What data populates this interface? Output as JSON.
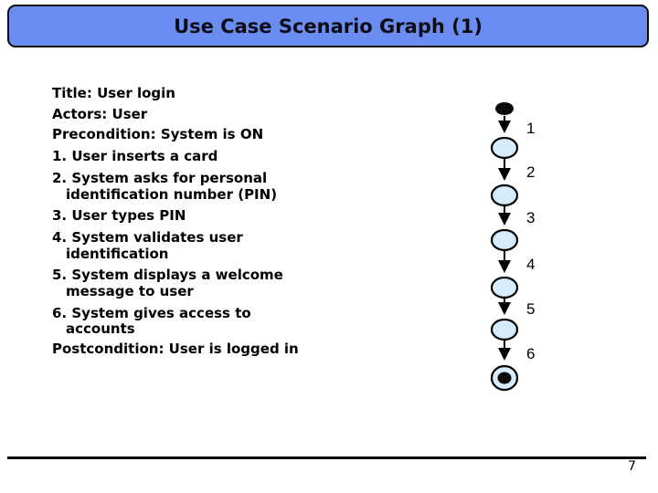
{
  "slide": {
    "title": "Use Case Scenario Graph (1)",
    "page_number": "7"
  },
  "colors": {
    "header_bg": "#6b8df2",
    "node_fill": "#d6ebfb",
    "ink": "#000000"
  },
  "scenario": {
    "lines": [
      {
        "text": "Title: User login",
        "indent": false
      },
      {
        "text": "Actors: User",
        "indent": false
      },
      {
        "text": "Precondition: System is ON",
        "indent": false
      },
      {
        "text": "1. User inserts a card",
        "indent": false
      },
      {
        "text": "2. System asks for personal",
        "indent": false
      },
      {
        "text": "identification number (PIN)",
        "indent": true
      },
      {
        "text": "3. User types PIN",
        "indent": false
      },
      {
        "text": "4. System validates user",
        "indent": false
      },
      {
        "text": "identification",
        "indent": true
      },
      {
        "text": "5. System displays a welcome",
        "indent": false
      },
      {
        "text": "message to user",
        "indent": true
      },
      {
        "text": "6. System gives access to",
        "indent": false
      },
      {
        "text": "accounts",
        "indent": true
      },
      {
        "text": "Postcondition: User is logged in",
        "indent": false
      }
    ]
  },
  "graph": {
    "type": "use-case-scenario-graph",
    "nodes": [
      "start",
      "state-1",
      "state-2",
      "state-3",
      "state-4",
      "state-5",
      "end"
    ],
    "edge_labels": [
      "1",
      "2",
      "3",
      "4",
      "5",
      "6"
    ]
  }
}
